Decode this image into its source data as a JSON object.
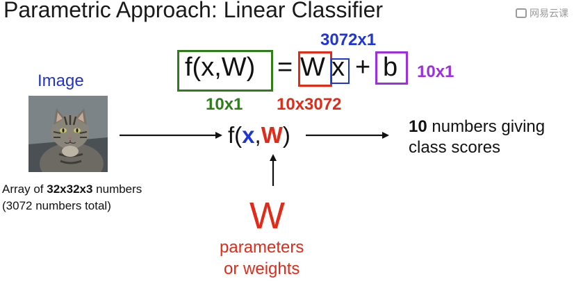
{
  "title": "Parametric Approach: Linear Classifier",
  "watermark": {
    "text": "网易云课",
    "icon": "netease-cloud-logo-icon"
  },
  "equation": {
    "fx": "f(x,W)",
    "equals": "=",
    "W": "W",
    "x": "x",
    "plus": "+",
    "b": "b"
  },
  "dims": {
    "x_dim": "3072x1",
    "b_dim": "10x1",
    "f_dim": "10x1",
    "W_dim": "10x3072"
  },
  "image_section": {
    "label": "Image",
    "caption_prefix": "Array of ",
    "caption_bold": "32x32x3",
    "caption_suffix": " numbers",
    "caption_line2": "(3072 numbers total)"
  },
  "function": {
    "f_open": "f(",
    "x": "x",
    "comma": ",",
    "W": "W",
    "close": ")"
  },
  "output": {
    "count": "10",
    "line1_rest": " numbers giving",
    "line2": "class scores"
  },
  "weights": {
    "W": "W",
    "line1": "parameters",
    "line2": "or weights"
  },
  "colors": {
    "green": "#2e7d1a",
    "red": "#e22a19",
    "blue": "#1f35d6",
    "purple": "#9b30e0"
  }
}
